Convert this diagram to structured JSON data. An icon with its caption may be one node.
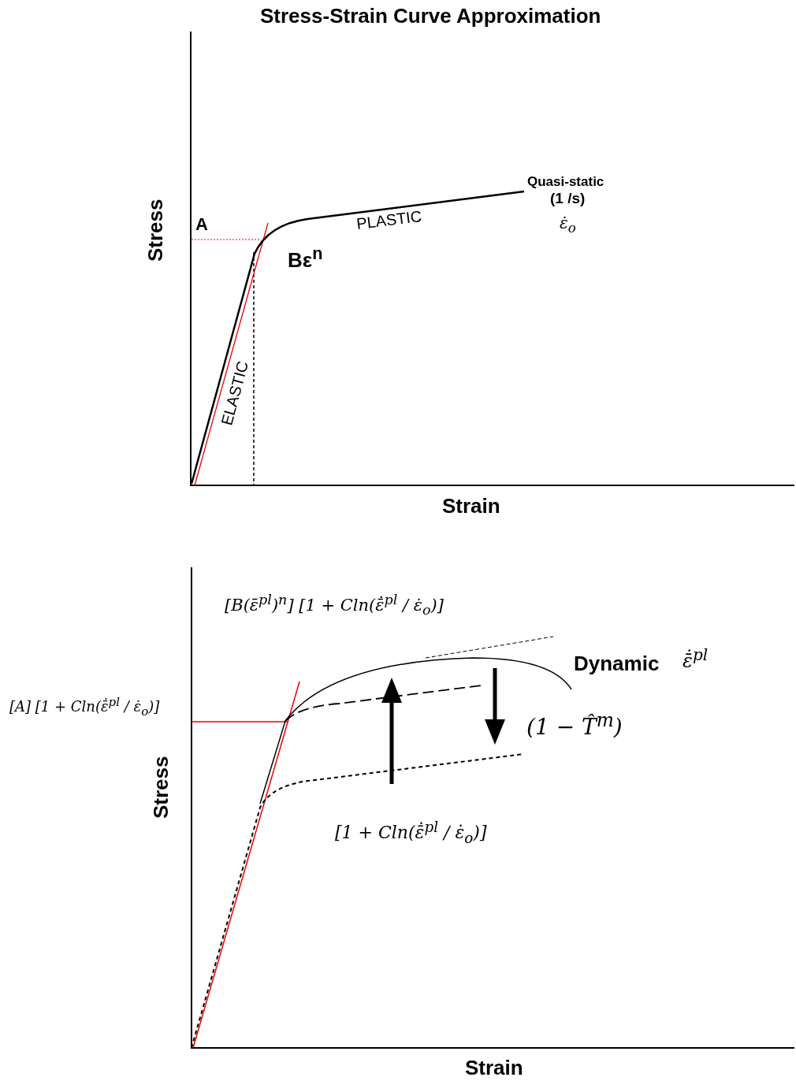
{
  "diagram": {
    "title": "Stress-Strain Curve Approximation",
    "labels": [
      "Stress",
      "A",
      "Quasi-static",
      "(1 /s)",
      "ε̇$_{o}$",
      "PLASTIC",
      "Bε$^{n}$",
      "ELASTIC",
      "Strain",
      "[B(ε̄$^{pl}$)$^{n}$] [1 + Cln(ε̄̇$^{pl}$ / ε̇$_{o}$)]",
      "Dynamic",
      "ε̄̇$^{pl}$",
      "[A] [1 + Cln(ε̄̇$^{pl}$ / ε̇$_{o}$)]",
      "(1 − T̂$^{m}$)",
      "Stress",
      "[1 + Cln(ε̄̇$^{pl}$ / ε̇$_{o}$)]",
      "Strain"
    ]
  }
}
